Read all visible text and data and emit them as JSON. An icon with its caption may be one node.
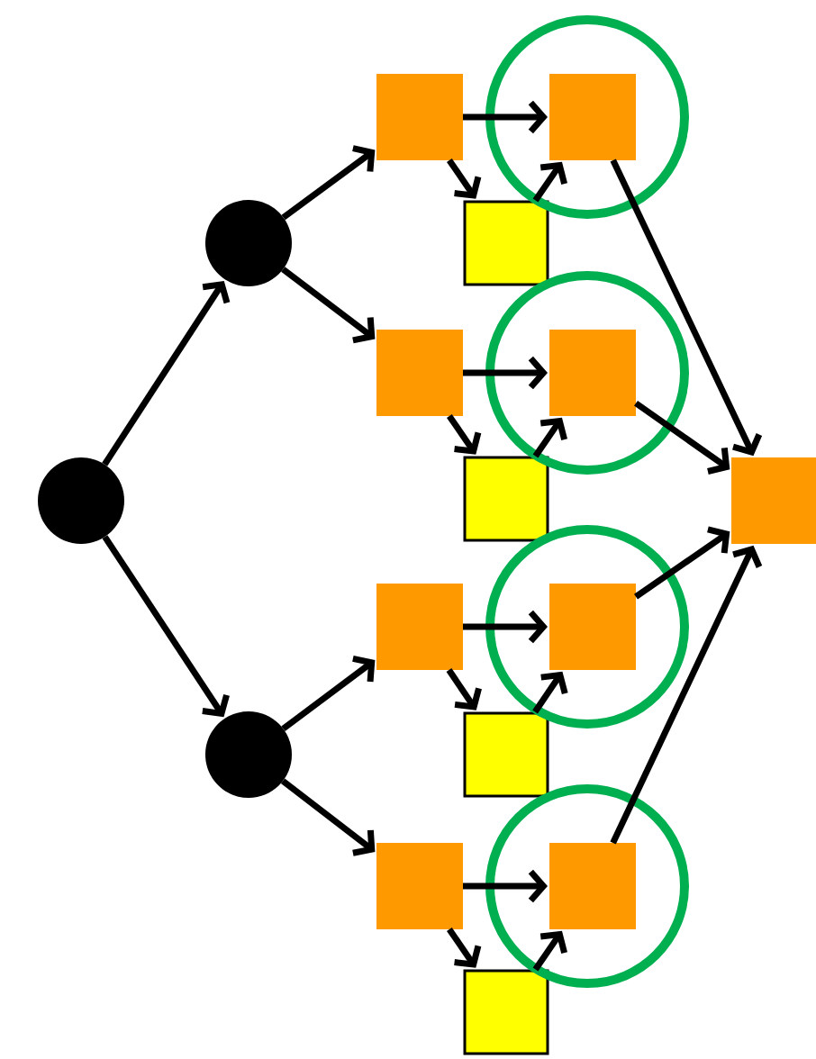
{
  "diagram": {
    "nodes": [
      {
        "text": [],
        "shape": "circle"
      },
      {
        "text": [],
        "shape": "circle"
      },
      {
        "text": [],
        "shape": "circle"
      },
      {
        "text": [],
        "shape": "box"
      },
      {
        "text": [],
        "shape": "box"
      },
      {
        "text": [],
        "shape": "box"
      },
      {
        "text": [],
        "shape": "box"
      },
      {
        "text": [],
        "shape": "box"
      },
      {
        "text": [],
        "shape": "box"
      },
      {
        "text": [],
        "shape": "box"
      },
      {
        "text": [],
        "shape": "box"
      },
      {
        "text": [],
        "shape": "circle"
      },
      {
        "text": [],
        "shape": "circle"
      },
      {
        "text": [],
        "shape": "circle"
      },
      {
        "text": [],
        "shape": "circle"
      },
      {
        "text": [],
        "shape": "box",
        "in": 11
      },
      {
        "text": [],
        "shape": "box",
        "in": 12
      },
      {
        "text": [],
        "shape": "box",
        "in": 13
      },
      {
        "text": [],
        "shape": "box",
        "in": 14
      },
      {
        "text": [],
        "shape": "box"
      }
    ],
    "edges": [
      {
        "from": 0,
        "to": 1,
        "arrow": "to"
      },
      {
        "from": 0,
        "to": 2,
        "arrow": "to"
      },
      {
        "from": 1,
        "to": 3,
        "arrow": "to"
      },
      {
        "from": 1,
        "to": 4,
        "arrow": "to"
      },
      {
        "from": 2,
        "to": 5,
        "arrow": "to"
      },
      {
        "from": 2,
        "to": 6,
        "arrow": "to"
      },
      {
        "from": 3,
        "to": 15,
        "arrow": "to"
      },
      {
        "from": 3,
        "to": 7,
        "arrow": "to"
      },
      {
        "from": 7,
        "to": 15,
        "arrow": "to"
      },
      {
        "from": 4,
        "to": 16,
        "arrow": "to"
      },
      {
        "from": 4,
        "to": 8,
        "arrow": "to"
      },
      {
        "from": 8,
        "to": 16,
        "arrow": "to"
      },
      {
        "from": 5,
        "to": 17,
        "arrow": "to"
      },
      {
        "from": 5,
        "to": 9,
        "arrow": "to"
      },
      {
        "from": 9,
        "to": 17,
        "arrow": "to"
      },
      {
        "from": 6,
        "to": 18,
        "arrow": "to"
      },
      {
        "from": 6,
        "to": 10,
        "arrow": "to"
      },
      {
        "from": 10,
        "to": 18,
        "arrow": "to"
      },
      {
        "from": 15,
        "to": 19,
        "arrow": "to"
      },
      {
        "from": 16,
        "to": 19,
        "arrow": "to"
      },
      {
        "from": 17,
        "to": 19,
        "arrow": "to"
      },
      {
        "from": 18,
        "to": 19,
        "arrow": "to"
      }
    ]
  }
}
